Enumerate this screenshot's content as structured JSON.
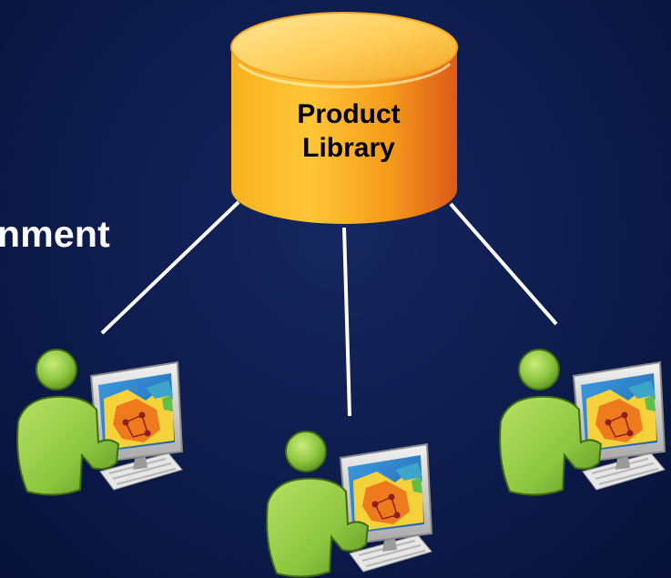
{
  "diagram": {
    "partial_heading": "nment",
    "database": {
      "label_line1": "Product",
      "label_line2": "Library"
    },
    "colors": {
      "background": "#0d1c4c",
      "connector": "#ffffff",
      "database_main": "#f7a21b",
      "database_top": "#ffd46a",
      "database_shadow": "#e0601a",
      "person": "#8cc63f",
      "monitor_frame": "#d8d8d8"
    },
    "nodes": [
      {
        "icon": "user-workstation-icon"
      },
      {
        "icon": "user-workstation-icon"
      },
      {
        "icon": "user-workstation-icon"
      }
    ]
  }
}
